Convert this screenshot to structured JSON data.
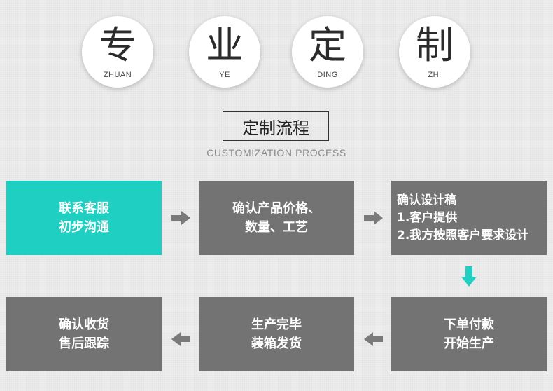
{
  "circles": [
    {
      "char": "专",
      "pinyin": "ZHUAN"
    },
    {
      "char": "业",
      "pinyin": "YE"
    },
    {
      "char": "定",
      "pinyin": "DING"
    },
    {
      "char": "制",
      "pinyin": "ZHI"
    }
  ],
  "title": "定制流程",
  "subtitle": "CUSTOMIZATION PROCESS",
  "steps": [
    {
      "lines": [
        "联系客服",
        "初步沟通"
      ]
    },
    {
      "lines": [
        "确认产品价格、",
        "数量、工艺"
      ]
    },
    {
      "lines": [
        "确认设计稿",
        "1.客户提供",
        "2.我方按照客户要求设计"
      ]
    },
    {
      "lines": [
        "确认收货",
        "售后跟踪"
      ]
    },
    {
      "lines": [
        "生产完毕",
        "装箱发货"
      ]
    },
    {
      "lines": [
        "下单付款",
        "开始生产"
      ]
    }
  ],
  "colors": {
    "highlight": "#1fd0c2",
    "box": "#737373",
    "arrow_gray": "#7a7a7a",
    "arrow_teal": "#1fd0c2",
    "background": "#ececec"
  }
}
